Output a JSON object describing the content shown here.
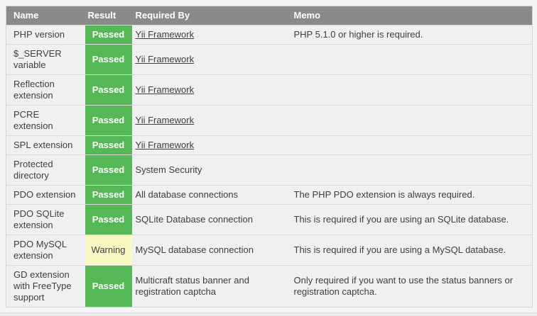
{
  "table": {
    "columns": [
      {
        "key": "name",
        "label": "Name"
      },
      {
        "key": "result",
        "label": "Result"
      },
      {
        "key": "required_by",
        "label": "Required By"
      },
      {
        "key": "memo",
        "label": "Memo"
      }
    ],
    "rows": [
      {
        "name": "PHP version",
        "result": "Passed",
        "required_by": "Yii Framework",
        "required_by_link": true,
        "memo": "PHP 5.1.0 or higher is required."
      },
      {
        "name": "$_SERVER variable",
        "result": "Passed",
        "required_by": "Yii Framework",
        "required_by_link": true,
        "memo": ""
      },
      {
        "name": "Reflection extension",
        "result": "Passed",
        "required_by": "Yii Framework",
        "required_by_link": true,
        "memo": ""
      },
      {
        "name": "PCRE extension",
        "result": "Passed",
        "required_by": "Yii Framework",
        "required_by_link": true,
        "memo": ""
      },
      {
        "name": "SPL extension",
        "result": "Passed",
        "required_by": "Yii Framework",
        "required_by_link": true,
        "memo": ""
      },
      {
        "name": "Protected directory",
        "result": "Passed",
        "required_by": "System Security",
        "required_by_link": false,
        "memo": ""
      },
      {
        "name": "PDO extension",
        "result": "Passed",
        "required_by": "All database connections",
        "required_by_link": false,
        "memo": "The PHP PDO extension is always required."
      },
      {
        "name": "PDO SQLite extension",
        "result": "Passed",
        "required_by": "SQLite Database connection",
        "required_by_link": false,
        "memo": "This is required if you are using an SQLite database."
      },
      {
        "name": "PDO MySQL extension",
        "result": "Warning",
        "required_by": "MySQL database connection",
        "required_by_link": false,
        "memo": "This is required if you are using a MySQL database."
      },
      {
        "name": "GD extension with FreeType support",
        "result": "Passed",
        "required_by": "Multicraft status banner and registration captcha",
        "required_by_link": false,
        "memo": "Only required if you want to use the status banners or registration captcha."
      }
    ]
  },
  "colors": {
    "header_bg": "#8a8a8a",
    "header_text": "#ffffff",
    "row_bg": "#f0f0f2",
    "row_border": "#d9d9db",
    "body_text": "#3e3e40",
    "passed_bg": "#56b756",
    "passed_text": "#ffffff",
    "warning_bg": "#faf8c3",
    "warning_text": "#3e3e40",
    "page_bg": "#f5f5f7"
  }
}
